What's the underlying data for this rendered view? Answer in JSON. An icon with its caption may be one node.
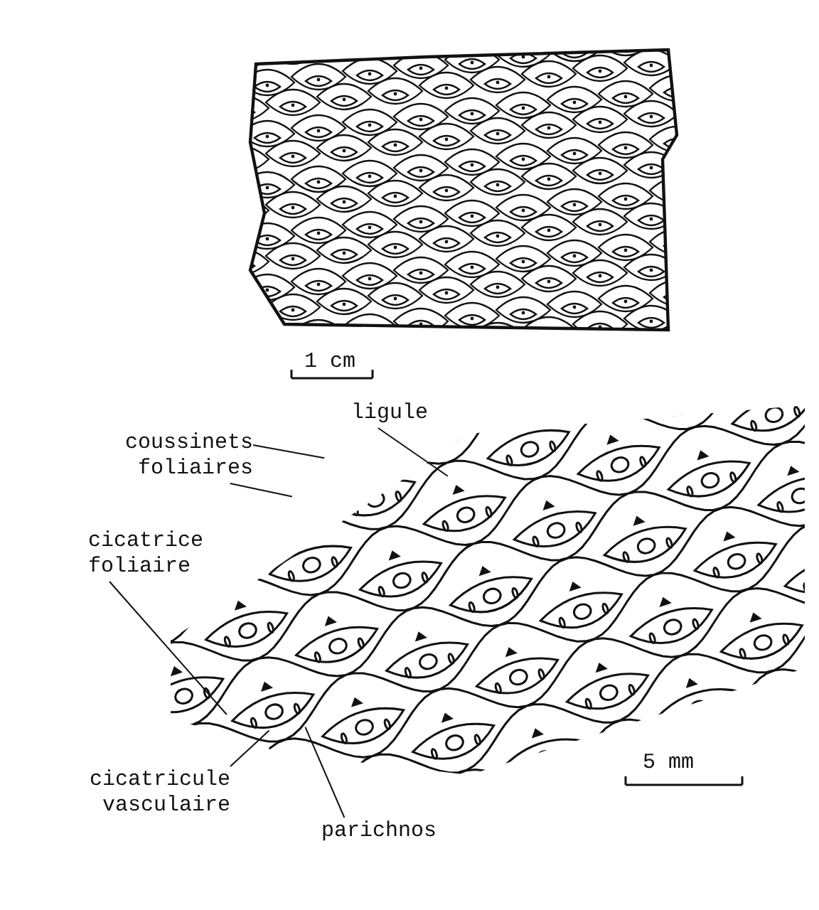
{
  "diagram": {
    "nodes": [
      {
        "text": [
          "ligule"
        ]
      },
      {
        "text": [
          "coussinets foliaires"
        ]
      },
      {
        "text": [
          "cicatrice foliaire"
        ]
      },
      {
        "text": [
          "cicatricule vasculaire"
        ]
      },
      {
        "text": [
          "parichnos"
        ]
      }
    ],
    "edges": [
      {
        "from": 0,
        "to": null,
        "arrow": "none"
      },
      {
        "from": 1,
        "to": null,
        "arrow": "none"
      },
      {
        "from": 1,
        "to": null,
        "arrow": "none"
      },
      {
        "from": 2,
        "to": null,
        "arrow": "none"
      },
      {
        "from": 3,
        "to": null,
        "arrow": "none"
      },
      {
        "from": 4,
        "to": null,
        "arrow": "none"
      }
    ],
    "labels": [
      "1 cm",
      "5 mm"
    ]
  }
}
